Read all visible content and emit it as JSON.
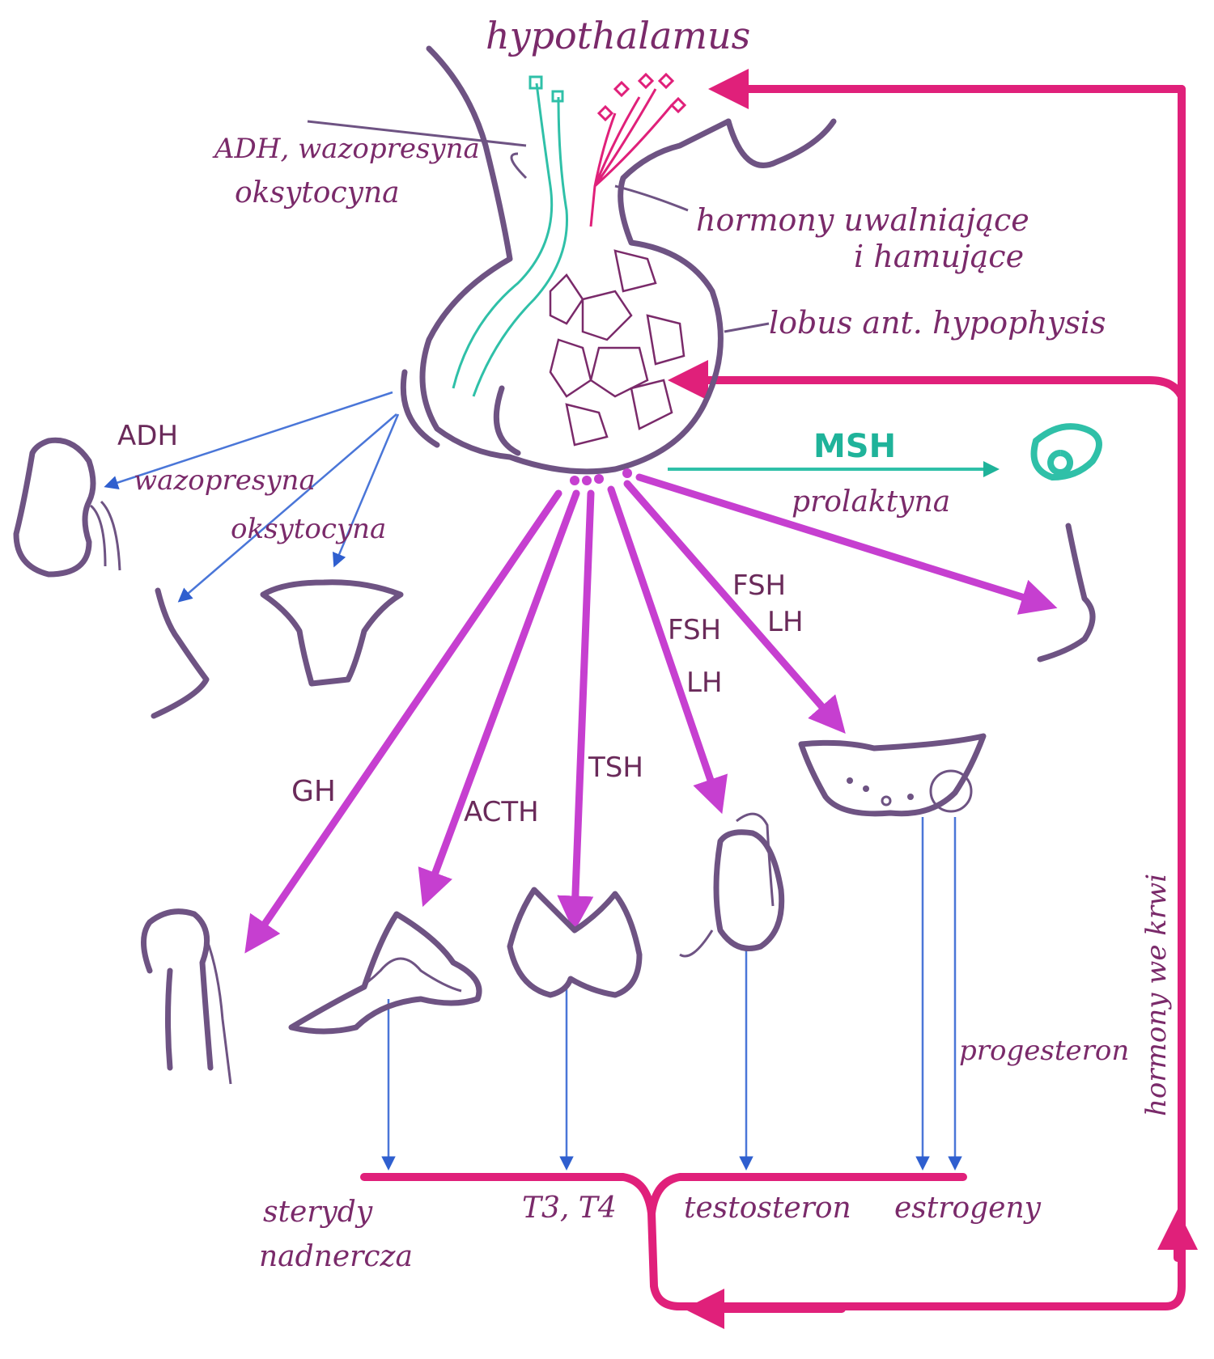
{
  "labels": {
    "hypothalamus": "hypothalamus",
    "adh_line1": "ADH, wazopresyna",
    "adh_line2": "oksytocyna",
    "releasing_line1": "hormony uwalniające",
    "releasing_line2": "i hamujące",
    "lobus": "lobus ant. hypophysis",
    "adh_left": "ADH",
    "wazopresyna_left": "wazopresyna",
    "oksytocyna_left": "oksytocyna",
    "msh": "MSH",
    "prolaktyna": "prolaktyna",
    "fsh_a": "FSH",
    "lh_a": "LH",
    "fsh_b": "FSH",
    "lh_b": "LH",
    "gh": "GH",
    "acth": "ACTH",
    "tsh": "TSH",
    "progesteron": "progesteron",
    "hormony_we_krwi": "hormony we krwi",
    "sterydy_line1": "sterydy",
    "sterydy_line2": "nadnercza",
    "t3t4": "T3, T4",
    "testosteron": "testosteron",
    "estrogeny": "estrogeny"
  },
  "colors": {
    "outline": "#6e5383",
    "pink_feedback": "#e0207a",
    "magenta_arrows": "#c63fd0",
    "blue_arrows": "#4a76d8",
    "teal": "#1fb39a",
    "text": "#7a2a6a"
  }
}
